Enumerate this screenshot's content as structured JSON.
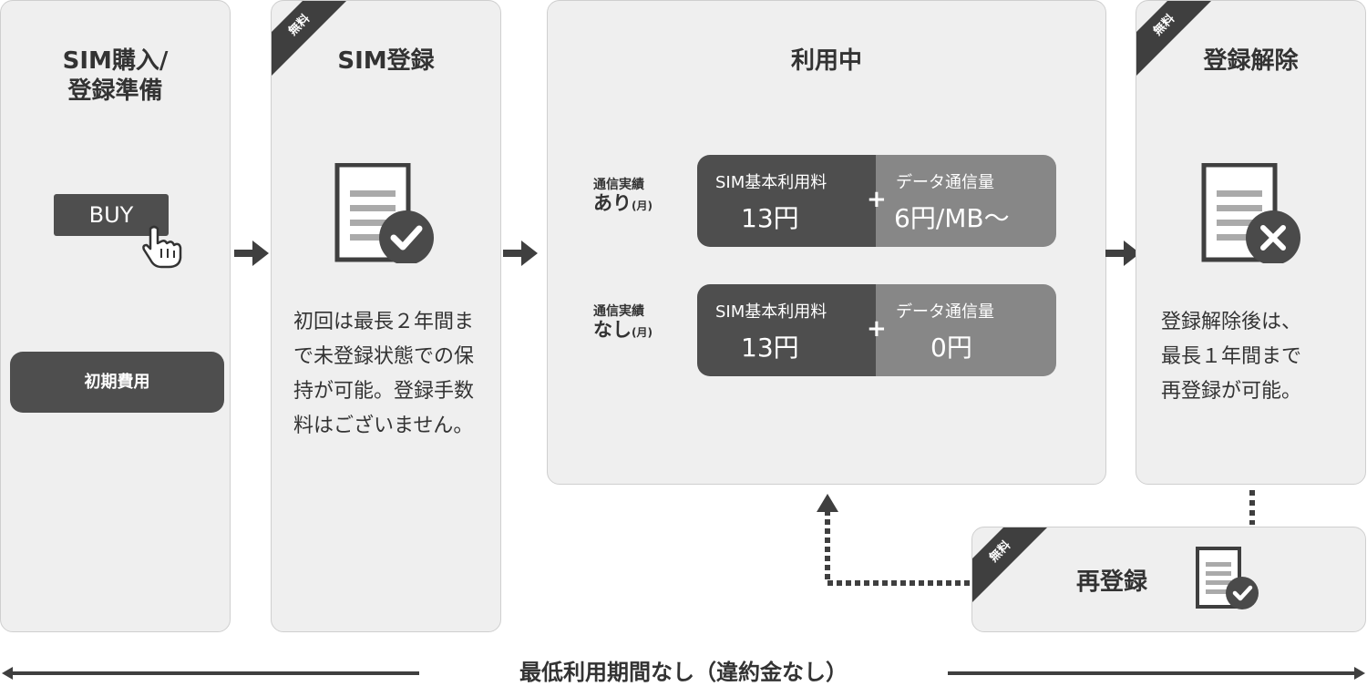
{
  "step1": {
    "title": "SIM購入/\n登録準備",
    "buy_label": "BUY",
    "cost_label": "初期費用"
  },
  "step2": {
    "ribbon": "無料",
    "title": "SIM登録",
    "body": "初回は最長２年間まで未登録状態での保持が可能。登録手数料はございません。"
  },
  "step3": {
    "title": "利用中",
    "rows": [
      {
        "label_top": "通信実績",
        "label_big": "あり",
        "label_small": "(月)",
        "left_caption": "SIM基本利用料",
        "left_value": "13円",
        "plus": "+",
        "right_caption": "データ通信量",
        "right_value": "6円/MB〜"
      },
      {
        "label_top": "通信実績",
        "label_big": "なし",
        "label_small": "(月)",
        "left_caption": "SIM基本利用料",
        "left_value": "13円",
        "plus": "+",
        "right_caption": "データ通信量",
        "right_value": "0円"
      }
    ]
  },
  "step4": {
    "ribbon": "無料",
    "title": "登録解除",
    "body": "登録解除後は、\n最長１年間まで\n再登録が可能。"
  },
  "reregister": {
    "ribbon": "無料",
    "title": "再登録"
  },
  "footer": {
    "label": "最低利用期間なし（違約金なし）"
  }
}
